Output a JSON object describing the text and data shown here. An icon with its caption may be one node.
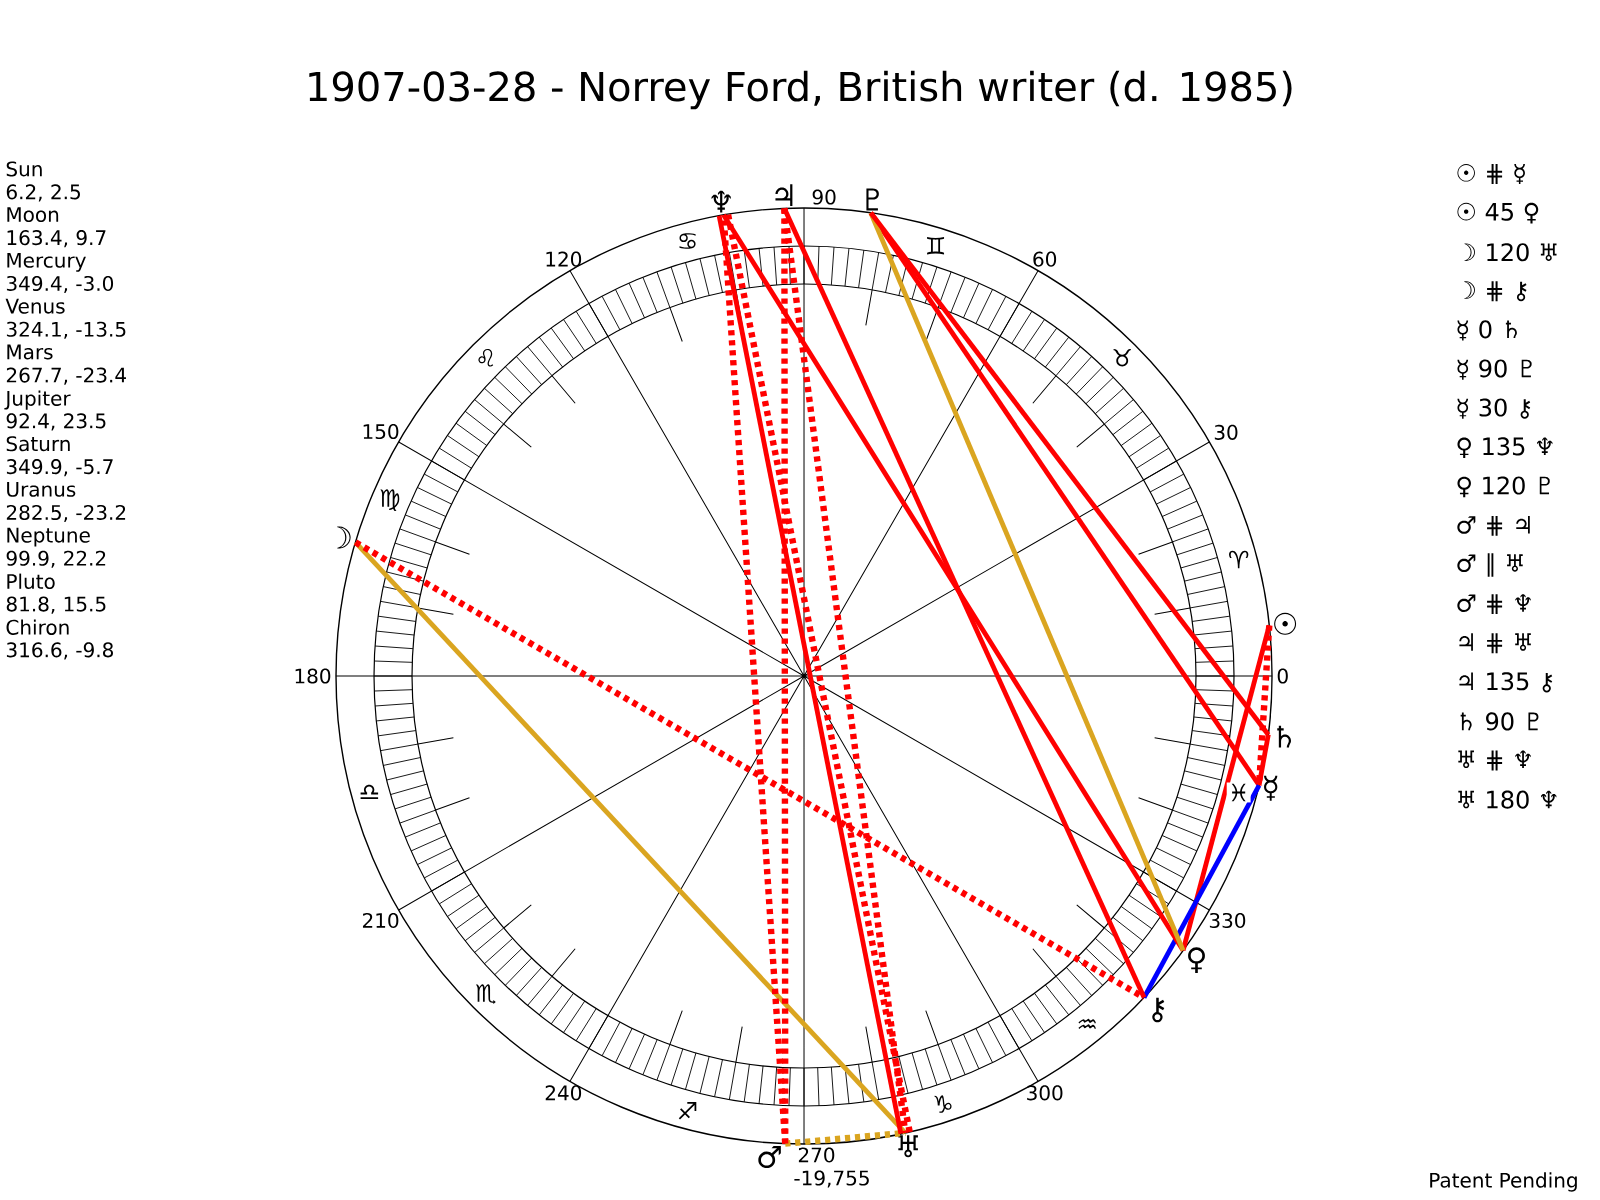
{
  "diagram": {
    "title": "1907-03-28 - Norrey Ford, British writer (d. 1985)",
    "nodes": [
      {
        "text": [
          "♆"
        ]
      },
      {
        "text": [
          "♃"
        ]
      },
      {
        "text": [
          "♇"
        ]
      },
      {
        "text": [
          "☽"
        ]
      },
      {
        "text": [
          "☉"
        ]
      },
      {
        "text": [
          "♄"
        ]
      },
      {
        "text": [
          "☿"
        ]
      },
      {
        "text": [
          "♀"
        ]
      },
      {
        "text": [
          "⚷"
        ]
      },
      {
        "text": [
          "♂"
        ]
      },
      {
        "text": [
          "♅"
        ]
      }
    ],
    "edges": [
      {
        "from": 4,
        "to": 6,
        "arrow": "none",
        "style": "dashed"
      },
      {
        "from": 4,
        "to": 7,
        "arrow": "none"
      },
      {
        "from": 3,
        "to": 10,
        "arrow": "none",
        "color": "#daa520"
      },
      {
        "from": 3,
        "to": 8,
        "arrow": "none",
        "style": "dashed"
      },
      {
        "from": 6,
        "to": 5,
        "arrow": "none"
      },
      {
        "from": 6,
        "to": 2,
        "arrow": "none"
      },
      {
        "from": 6,
        "to": 8,
        "arrow": "none",
        "color": "#0000ff"
      },
      {
        "from": 7,
        "to": 0,
        "arrow": "none"
      },
      {
        "from": 7,
        "to": 2,
        "arrow": "none",
        "color": "#daa520"
      },
      {
        "from": 9,
        "to": 1,
        "arrow": "none",
        "style": "dashed"
      },
      {
        "from": 9,
        "to": 10,
        "arrow": "none",
        "style": "dashed",
        "color": "#daa520"
      },
      {
        "from": 9,
        "to": 0,
        "arrow": "none",
        "style": "dashed"
      },
      {
        "from": 1,
        "to": 10,
        "arrow": "none",
        "style": "dashed"
      },
      {
        "from": 1,
        "to": 8,
        "arrow": "none"
      },
      {
        "from": 5,
        "to": 2,
        "arrow": "none"
      },
      {
        "from": 10,
        "to": 0,
        "arrow": "none",
        "style": "dashed"
      },
      {
        "from": 10,
        "to": 0,
        "arrow": "none"
      }
    ],
    "labels": [
      "Sun",
      "6.2, 2.5",
      "Moon",
      "163.4, 9.7",
      "Mercury",
      "349.4, -3.0",
      "Venus",
      "324.1, -13.5",
      "Mars",
      "267.7, -23.4",
      "Jupiter",
      "92.4, 23.5",
      "Saturn",
      "349.9, -5.7",
      "Uranus",
      "282.5, -23.2",
      "Neptune",
      "99.9, 22.2",
      "Pluto",
      "81.8, 15.5",
      "Chiron",
      "316.6, -9.8",
      "☉ ⋕ ☿",
      "☉ 45 ♀",
      "☽ 120 ♅",
      "☽ ⋕ ⚷",
      "☿ 0 ♄",
      "☿ 90 ♇",
      "☿ 30 ⚷",
      "♀ 135 ♆",
      "♀ 120 ♇",
      "♂ ⋕ ♃",
      "♂ ∥ ♅",
      "♂ ⋕ ♆",
      "♃ ⋕ ♅",
      "♃ 135 ⚷",
      "♄ 90 ♇",
      "♅ ⋕ ♆",
      "♅ 180 ♆",
      "90",
      "120",
      "60",
      "150",
      "30",
      "180",
      "0",
      "210",
      "330",
      "240",
      "300",
      "270",
      "♋",
      "♊",
      "♌",
      "♉",
      "♍",
      "♈",
      "♎",
      "♓",
      "♏",
      "♒",
      "♐",
      "♑",
      "-19,755",
      "Patent Pending"
    ]
  }
}
